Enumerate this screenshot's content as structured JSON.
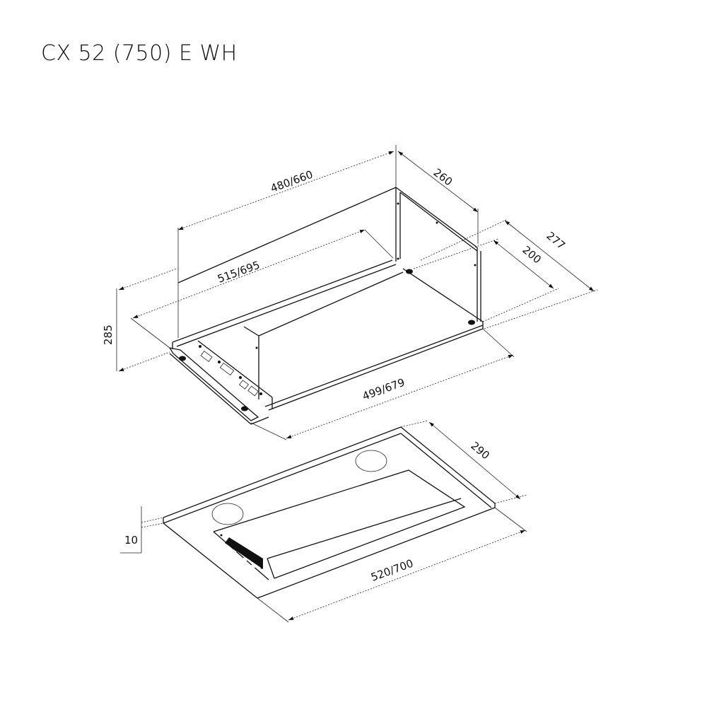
{
  "title": "CX 52 (750) E WH",
  "dimensions": {
    "top_width": "480/660",
    "top_depth": "260",
    "outer_depth": "277",
    "inner_depth": "200",
    "mid_width": "515/695",
    "height": "285",
    "bottom_width": "499/679",
    "panel_depth": "290",
    "panel_thickness": "10",
    "panel_width": "520/700"
  }
}
